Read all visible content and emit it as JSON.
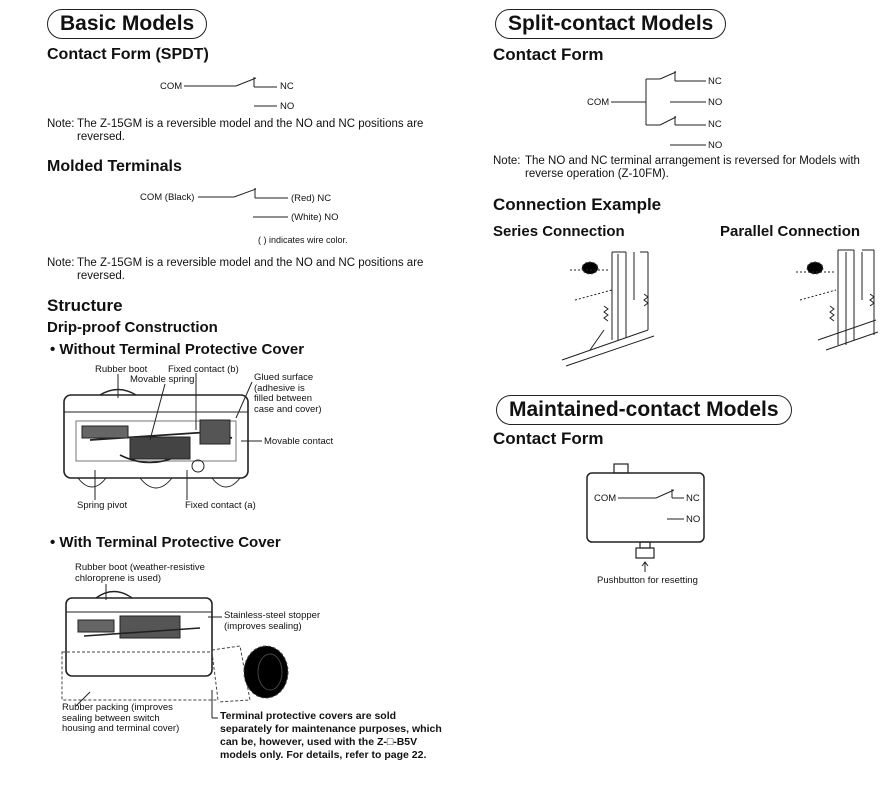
{
  "left": {
    "basic_title": "Basic Models",
    "contact_form_spdt": "Contact Form (SPDT)",
    "spdt": {
      "com": "COM",
      "nc": "NC",
      "no": "NO"
    },
    "note1": {
      "label": "Note:",
      "text": "The Z-15GM is a reversible model and the NO and NC positions are reversed."
    },
    "molded_title": "Molded Terminals",
    "molded": {
      "com": "COM (Black)",
      "nc": "(Red) NC",
      "no": "(White) NO",
      "wire_note": "( ) indicates wire color."
    },
    "note2": {
      "label": "Note:",
      "text": "The Z-15GM is a reversible model and the NO and NC positions are reversed."
    },
    "structure_title": "Structure",
    "drip_title": "Drip-proof Construction",
    "without_cover": "• Without Terminal Protective Cover",
    "labels1": {
      "rubber_boot": "Rubber boot",
      "fixed_b": "Fixed contact (b)",
      "movable_spring": "Movable spring",
      "glued": "Glued surface (adhesive is filled between case and cover)",
      "movable_contact": "Movable contact",
      "spring_pivot": "Spring pivot",
      "fixed_a": "Fixed contact (a)"
    },
    "with_cover": "• With Terminal Protective Cover",
    "labels2": {
      "rubber_boot2": "Rubber boot (weather-resistive chloroprene is used)",
      "stopper": "Stainless-steel stopper (improves sealing)",
      "packing": "Rubber packing (improves sealing between switch housing and terminal cover)",
      "covers_note": "Terminal protective covers are sold separately for maintenance purposes, which can be, however, used with the Z-□-B5V models only. For details, refer to page 22."
    }
  },
  "right": {
    "split_title": "Split-contact Models",
    "contact_form": "Contact Form",
    "split": {
      "com": "COM",
      "nc1": "NC",
      "no1": "NO",
      "nc2": "NC",
      "no2": "NO"
    },
    "note3": {
      "label": "Note:",
      "text": "The NO and NC terminal arrangement is reversed for Models with reverse operation (Z-10FM)."
    },
    "connection_title": "Connection Example",
    "series": "Series Connection",
    "parallel": "Parallel Connection",
    "maintained_title": "Maintained-contact Models",
    "contact_form2": "Contact Form",
    "maintained": {
      "com": "COM",
      "nc": "NC",
      "no": "NO",
      "pushbutton": "Pushbutton for resetting"
    }
  }
}
